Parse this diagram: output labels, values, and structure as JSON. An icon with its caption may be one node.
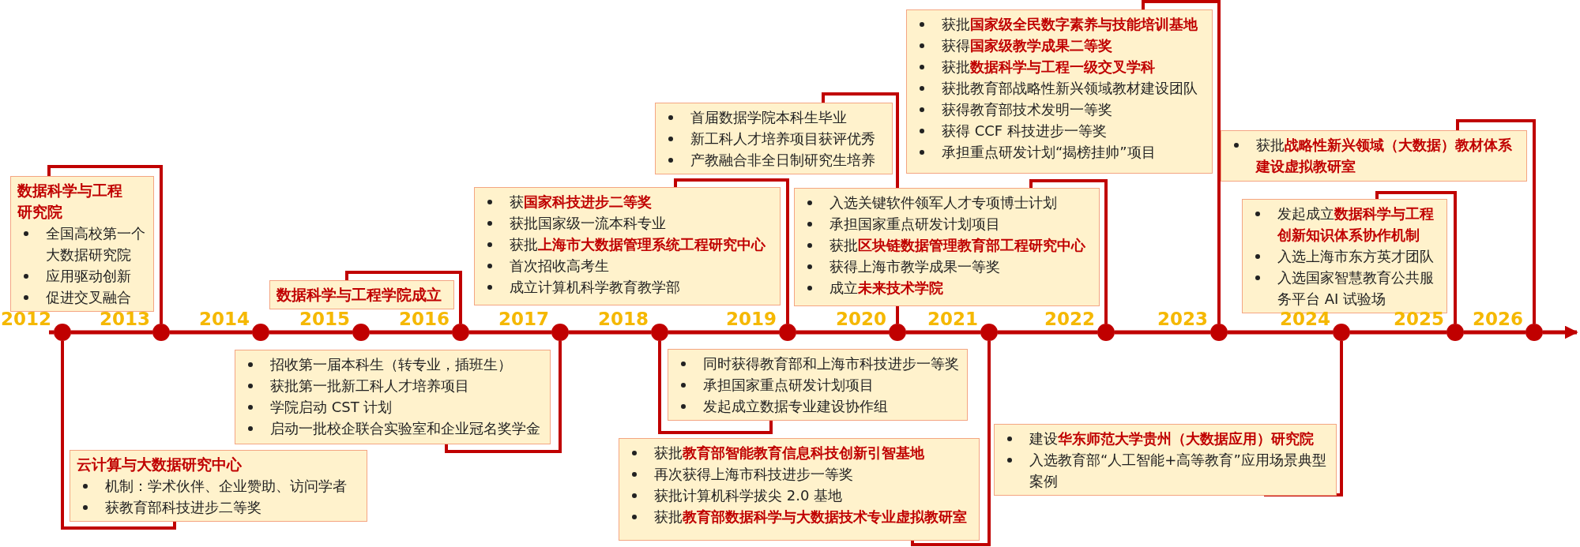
{
  "diagram": {
    "nodes": [
      {
        "text": [],
        "shape": "circle"
      },
      {
        "text": [],
        "shape": "circle"
      },
      {
        "text": [],
        "shape": "circle"
      },
      {
        "text": [],
        "shape": "circle"
      },
      {
        "text": [],
        "shape": "circle"
      },
      {
        "text": [],
        "shape": "circle"
      },
      {
        "text": [],
        "shape": "circle"
      },
      {
        "text": [],
        "shape": "circle"
      },
      {
        "text": [],
        "shape": "circle"
      },
      {
        "text": [],
        "shape": "circle"
      },
      {
        "text": [],
        "shape": "circle"
      },
      {
        "text": [],
        "shape": "circle"
      },
      {
        "text": [],
        "shape": "circle"
      },
      {
        "text": [],
        "shape": "circle"
      },
      {
        "text": [],
        "shape": "circle"
      },
      {
        "text": [
          "数据科学与工程研究院",
          "全国高校第一个大数据研究院",
          "应用驱动创新",
          "促进交叉融合"
        ]
      },
      {
        "text": [
          "云计算与大数据研究中心",
          "机制：学术伙伴、企业赞助、访问学者",
          "获教育部科技进步二等奖"
        ]
      },
      {
        "text": [
          "数据科学与工程学院成立"
        ]
      },
      {
        "text": [
          "招收第一届本科生（转专业，插班生）",
          "获批第一批新工科人才培养项目",
          "学院启动 CST 计划",
          "启动一批校企联合实验室和企业冠名奖学金"
        ]
      },
      {
        "text": [
          "获**国家科技进步二等奖**",
          "获批国家级一流本科专业",
          "获批**上海市大数据管理系统工程研究中心**",
          "首次招收高考生",
          "成立计算机科学教育教学部"
        ]
      },
      {
        "text": [
          "首届数据学院本科生毕业",
          "新工科人才培养项目获评优秀",
          "产教融合非全日制研究生培养"
        ]
      },
      {
        "text": [
          "同时获得教育部和上海市科技进步一等奖",
          "承担国家重点研发计划项目",
          "发起成立数据专业建设协作组"
        ]
      },
      {
        "text": [
          "获批**教育部智能教育信息科技创新引智基地**",
          "再次获得上海市科技进步一等奖",
          "获批计算机科学拔尖 2.0 基地",
          "获批**教育部数据科学与大数据技术专业虚拟教研室**"
        ]
      },
      {
        "text": [
          "入选关键软件领军人才专项博士计划",
          "承担国家重点研发计划项目",
          "获批**区块链数据管理教育部工程研究中心**",
          "获得上海市教学成果一等奖",
          "成立**未来技术学院**"
        ]
      },
      {
        "text": [
          "获批**国家级全民数字素养与技能培训基地**",
          "获得**国家级教学成果二等奖**",
          "获批**数据科学与工程一级交叉学科**",
          "获批教育部战略性新兴领域教材建设团队",
          "获得教育部技术发明一等奖",
          "获得 CCF 科技进步一等奖",
          "承担重点研发计划“揭榜挂帅”项目"
        ]
      },
      {
        "text": [
          "建设**华东师范大学贵州（大数据应用）研究院**",
          "入选教育部“人工智能+高等教育”应用场景典型案例"
        ]
      },
      {
        "text": [
          "发起成立**数据科学与工程创新知识体系协作机制**",
          "入选上海市东方英才团队",
          "入选国家智慧教育公共服务平台 AI 试验场"
        ]
      },
      {
        "text": [
          "获批**战略性新兴领域（大数据）教材体系建设虚拟教研室**"
        ]
      }
    ],
    "edges": [
      {
        "from": 1,
        "to": 15,
        "arrow": "none"
      },
      {
        "from": 0,
        "to": 16,
        "arrow": "none"
      },
      {
        "from": 4,
        "to": 17,
        "arrow": "none"
      },
      {
        "from": 5,
        "to": 18,
        "arrow": "none"
      },
      {
        "from": 7,
        "to": 19,
        "arrow": "none"
      },
      {
        "from": 8,
        "to": 20,
        "arrow": "none"
      },
      {
        "from": 6,
        "to": 21,
        "arrow": "none"
      },
      {
        "from": 9,
        "to": 22,
        "arrow": "none"
      },
      {
        "from": 10,
        "to": 23,
        "arrow": "none"
      },
      {
        "from": 11,
        "to": 24,
        "arrow": "none"
      },
      {
        "from": 12,
        "to": 25,
        "arrow": "none"
      },
      {
        "from": 13,
        "to": 26,
        "arrow": "none"
      },
      {
        "from": 14,
        "to": 27,
        "arrow": "none"
      },
      {
        "from": 0,
        "to": 1,
        "arrow": "none"
      },
      {
        "from": 1,
        "to": 2,
        "arrow": "none"
      },
      {
        "from": 2,
        "to": 3,
        "arrow": "none"
      },
      {
        "from": 3,
        "to": 4,
        "arrow": "none"
      },
      {
        "from": 4,
        "to": 5,
        "arrow": "none"
      },
      {
        "from": 5,
        "to": 6,
        "arrow": "none"
      },
      {
        "from": 6,
        "to": 7,
        "arrow": "none"
      },
      {
        "from": 7,
        "to": 8,
        "arrow": "none"
      },
      {
        "from": 8,
        "to": 9,
        "arrow": "none"
      },
      {
        "from": 9,
        "to": 10,
        "arrow": "none"
      },
      {
        "from": 10,
        "to": 11,
        "arrow": "none"
      },
      {
        "from": 11,
        "to": 12,
        "arrow": "none"
      },
      {
        "from": 12,
        "to": 13,
        "arrow": "none"
      },
      {
        "from": 13,
        "to": 14,
        "arrow": "none"
      },
      {
        "from": 14,
        "to": null,
        "arrow": "to"
      }
    ],
    "labels": [
      "2012",
      "2013",
      "2014",
      "2015",
      "2016",
      "2017",
      "2018",
      "2019",
      "2020",
      "2021",
      "2022",
      "2023",
      "2024",
      "2025",
      "2026"
    ]
  }
}
